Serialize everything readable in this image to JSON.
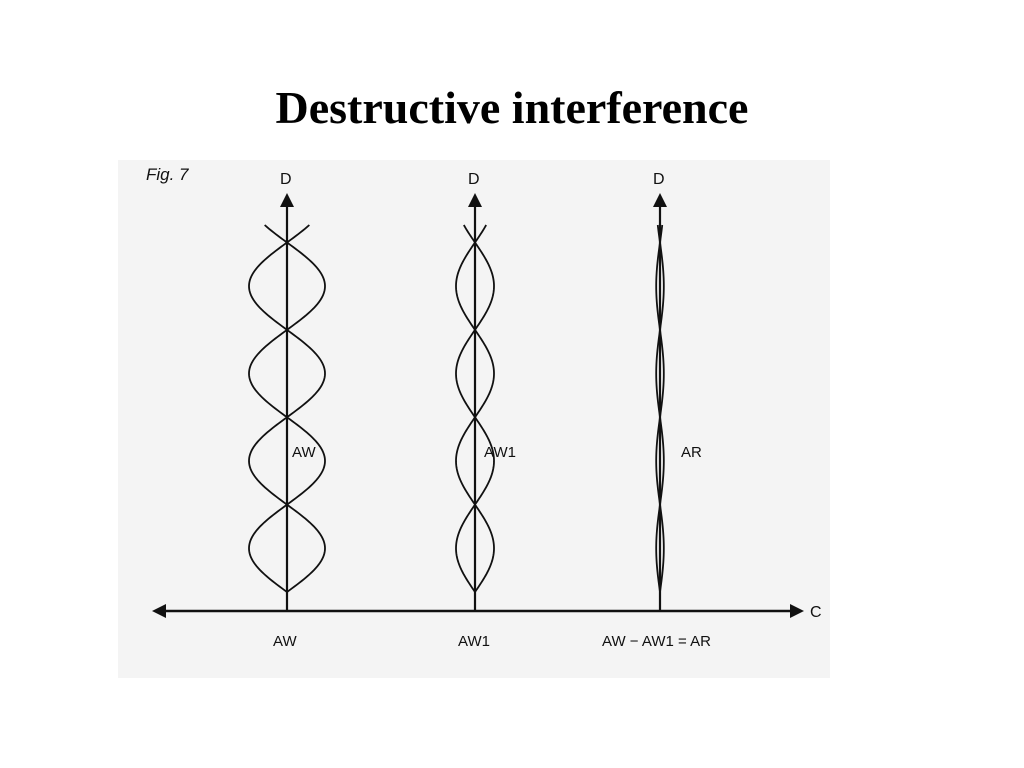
{
  "slide": {
    "title": "Destructive interference"
  },
  "figure": {
    "caption": "Fig. 7",
    "axis": {
      "horizontal_label": "C",
      "vertical_label": "D"
    },
    "columns": [
      {
        "wave_label": "AW",
        "bottom_label": "AW",
        "relative_amplitude": 1.0
      },
      {
        "wave_label": "AW1",
        "bottom_label": "AW1",
        "relative_amplitude": 0.5
      },
      {
        "wave_label": "AR",
        "bottom_label": "AW − AW1 = AR",
        "relative_amplitude": 0.1
      }
    ]
  }
}
